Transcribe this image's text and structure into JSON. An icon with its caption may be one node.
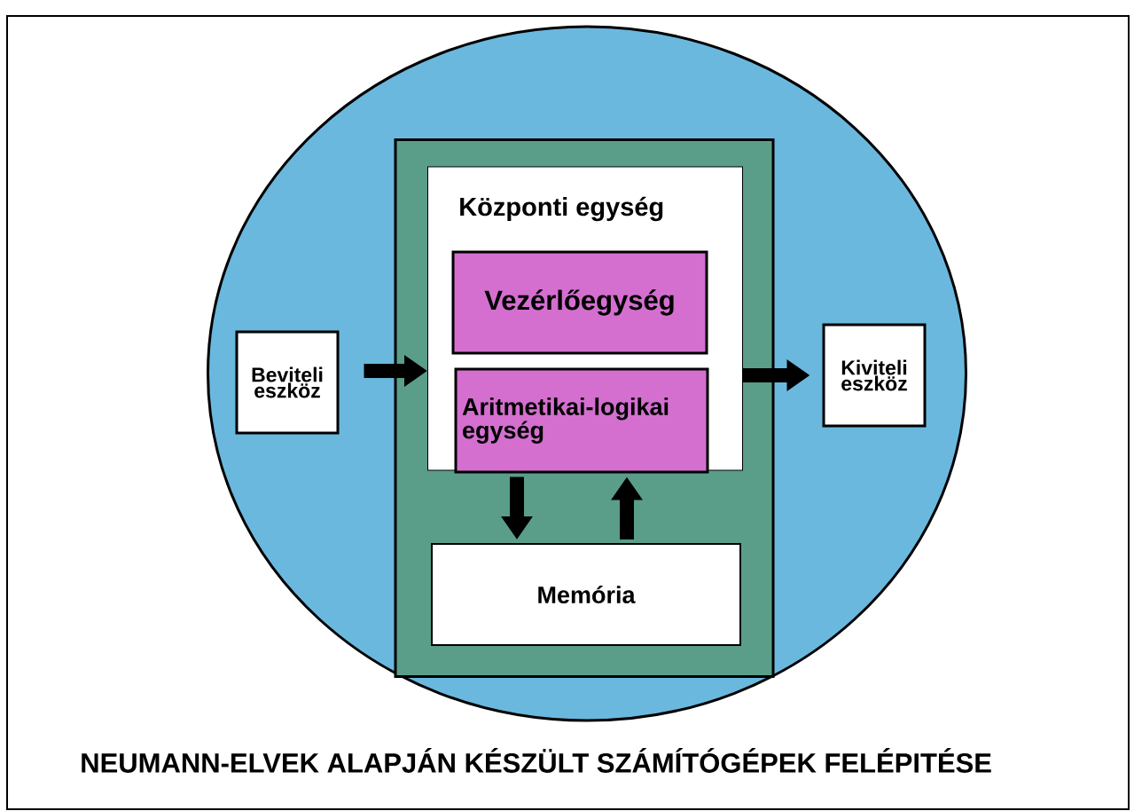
{
  "diagram": {
    "caption": "NEUMANN-ELVEK ALAPJÁN KÉSZÜLT SZÁMÍTÓGÉPEK  FELÉPITÉSE",
    "nodes": [
      {
        "text": [],
        "shape": "circle"
      },
      {
        "text": [],
        "shape": "box",
        "in": 0
      },
      {
        "text": [
          "Központi egység"
        ],
        "in": 1
      },
      {
        "text": [
          "Vezérlőegység"
        ],
        "in": 2
      },
      {
        "text": [
          "Aritmetikai-logikai egység"
        ],
        "in": 2
      },
      {
        "text": [
          "Memória"
        ],
        "in": 1
      },
      {
        "text": [
          "Beviteli eszköz"
        ],
        "in": 0
      },
      {
        "text": [
          "Kiviteli eszköz"
        ],
        "in": 0
      }
    ],
    "edges": [
      {
        "from": 6,
        "to": 2,
        "arrow": "to"
      },
      {
        "from": 2,
        "to": 7,
        "arrow": "to"
      },
      {
        "from": 4,
        "to": 5,
        "arrow": "to"
      },
      {
        "from": 5,
        "to": 4,
        "arrow": "to"
      }
    ]
  }
}
